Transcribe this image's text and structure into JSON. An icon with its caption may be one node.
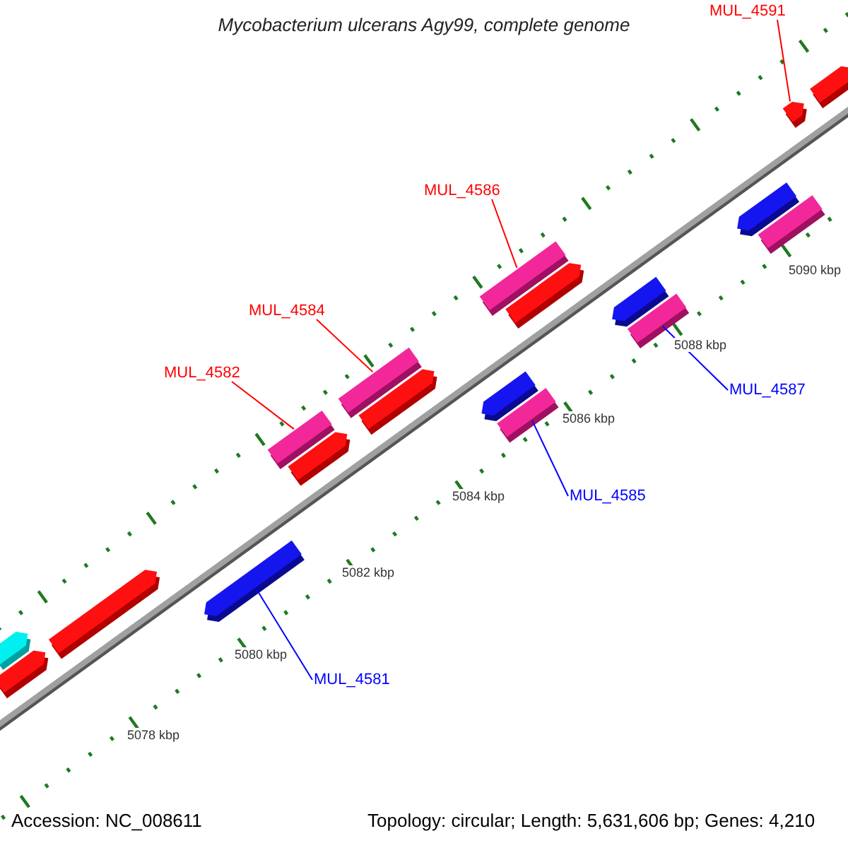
{
  "diagram": {
    "title": "Mycobacterium ulcerans Agy99, complete genome",
    "nodes": [
      {
        "text": [
          "MUL_4591"
        ]
      },
      {
        "text": [
          "MUL_4586"
        ]
      },
      {
        "text": [
          "MUL_4584"
        ]
      },
      {
        "text": [
          "MUL_4582"
        ]
      },
      {
        "text": [
          "MUL_4587"
        ]
      },
      {
        "text": [
          "MUL_4585"
        ]
      },
      {
        "text": [
          "MUL_4581"
        ]
      },
      {
        "text": [],
        "shape": "bar"
      },
      {
        "text": [],
        "shape": "bar"
      },
      {
        "text": [],
        "shape": "bar"
      },
      {
        "text": [],
        "shape": "bar"
      },
      {
        "text": [],
        "shape": "bar"
      },
      {
        "text": [],
        "shape": "bar"
      },
      {
        "text": [],
        "shape": "bar"
      },
      {
        "text": [],
        "shape": "bar"
      },
      {
        "text": [],
        "shape": "bar"
      },
      {
        "text": [],
        "shape": "bar"
      },
      {
        "text": [],
        "shape": "bar"
      },
      {
        "text": [],
        "shape": "bar"
      },
      {
        "text": [],
        "shape": "bar"
      },
      {
        "text": [],
        "shape": "bar"
      },
      {
        "text": [],
        "shape": "bar"
      },
      {
        "text": [],
        "shape": "bar"
      },
      {
        "text": [],
        "shape": "bar"
      },
      {
        "text": [],
        "shape": "bar"
      }
    ],
    "edges": [
      {
        "from": 0,
        "to": 23,
        "arrow": "none"
      },
      {
        "from": 1,
        "to": 17,
        "arrow": "none"
      },
      {
        "from": 2,
        "to": 13,
        "arrow": "none"
      },
      {
        "from": 3,
        "to": 11,
        "arrow": "none"
      },
      {
        "from": 4,
        "to": 20,
        "arrow": "none",
        "color": "#0000ff"
      },
      {
        "from": 5,
        "to": 16,
        "arrow": "none",
        "color": "#0000ff"
      },
      {
        "from": 6,
        "to": 10,
        "arrow": "none",
        "color": "#0000ff"
      }
    ],
    "labels": [
      "5090 kbp",
      "5088 kbp",
      "5086 kbp",
      "5084 kbp",
      "5082 kbp",
      "5080 kbp",
      "5078 kbp",
      "Accession: NC_008611",
      "Topology: circular; Length: 5,631,606 bp; Genes: 4,210"
    ]
  }
}
